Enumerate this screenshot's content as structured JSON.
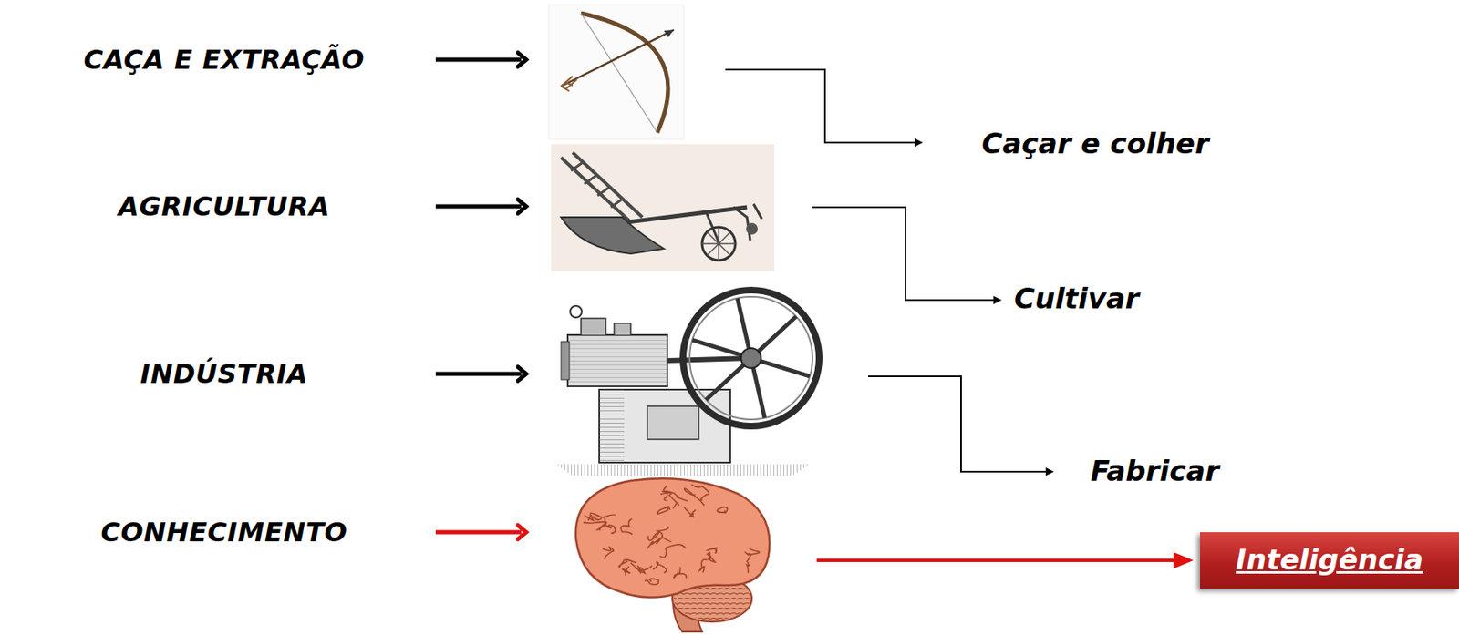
{
  "diagram": {
    "nodes": [
      {
        "text": [
          "Inteligência"
        ]
      }
    ],
    "labels": [
      "CAÇA E EXTRAÇÃO",
      "AGRICULTURA",
      "INDÚSTRIA",
      "CONHECIMENTO",
      "Caçar e colher",
      "Cultivar",
      "Fabricar"
    ]
  }
}
